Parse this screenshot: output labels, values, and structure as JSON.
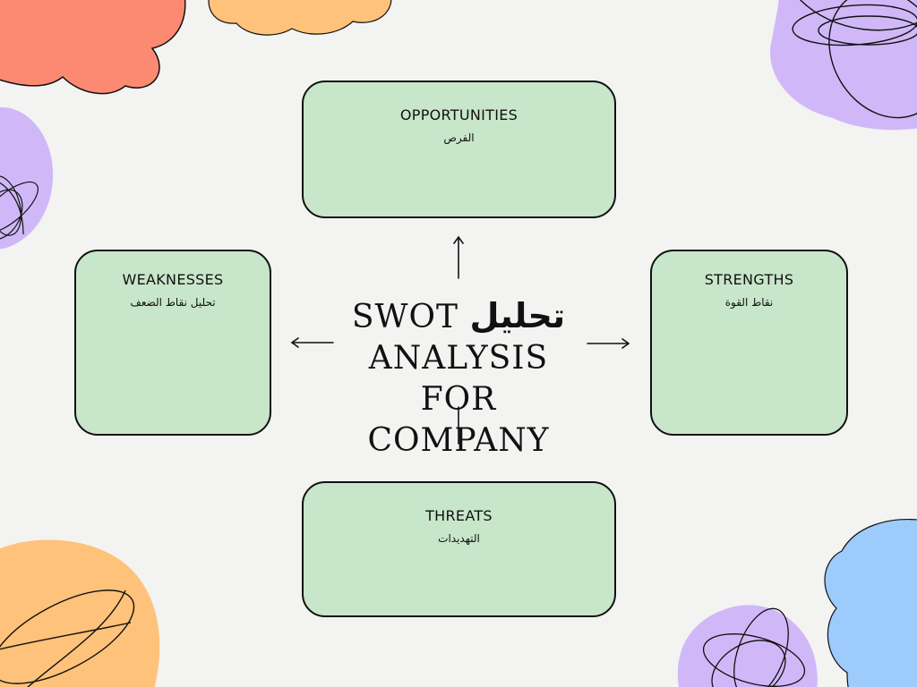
{
  "colors": {
    "background": "#f3f3f2",
    "card_fill": "#c8e6c9",
    "card_border": "#111111",
    "blob_coral": "#fc8a73",
    "blob_orange": "#ffc27a",
    "blob_purple": "#d0b8f8",
    "blob_blue": "#9ccbfc"
  },
  "title": {
    "line1_latin": "SWOT",
    "line1_arabic": "تحليل",
    "line2": "ANALYSIS",
    "line3": "FOR",
    "line4": "COMPANY"
  },
  "quadrants": {
    "opportunities": {
      "title": "OPPORTUNITIES",
      "subtitle": "الفرص"
    },
    "weaknesses": {
      "title": "WEAKNESSES",
      "subtitle": "تحليل نقاط الضعف"
    },
    "strengths": {
      "title": "STRENGTHS",
      "subtitle": "نقاط القوة"
    },
    "threats": {
      "title": "THREATS",
      "subtitle": "التهديدات"
    }
  }
}
